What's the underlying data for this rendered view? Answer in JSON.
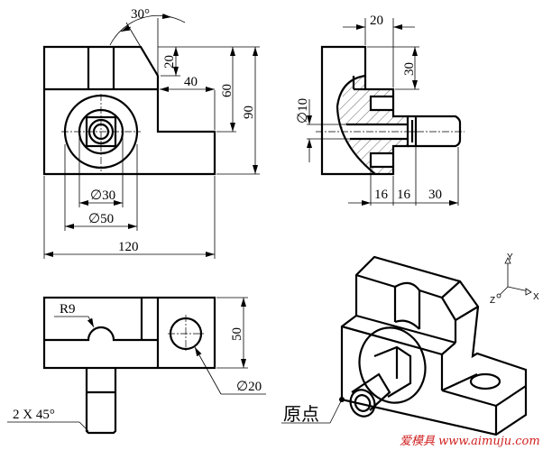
{
  "front_view": {
    "angle": "30°",
    "dim_20": "20",
    "dim_40": "40",
    "dim_60": "60",
    "dim_90": "90",
    "dia_30": "∅30",
    "dia_50": "∅50",
    "dim_120": "120"
  },
  "side_view": {
    "dim_20": "20",
    "dim_30": "30",
    "dia_10": "∅10",
    "dim_16a": "16",
    "dim_16b": "16",
    "dim_30b": "30"
  },
  "top_view": {
    "radius": "R9",
    "dim_50": "50",
    "dia_20": "∅20",
    "chamfer": "2 X 45°"
  },
  "isometric": {
    "origin_label": "原点",
    "axis_x": "X",
    "axis_y": "Y",
    "axis_z": "Z"
  },
  "watermark": "爱模具 www.aimuju.com"
}
